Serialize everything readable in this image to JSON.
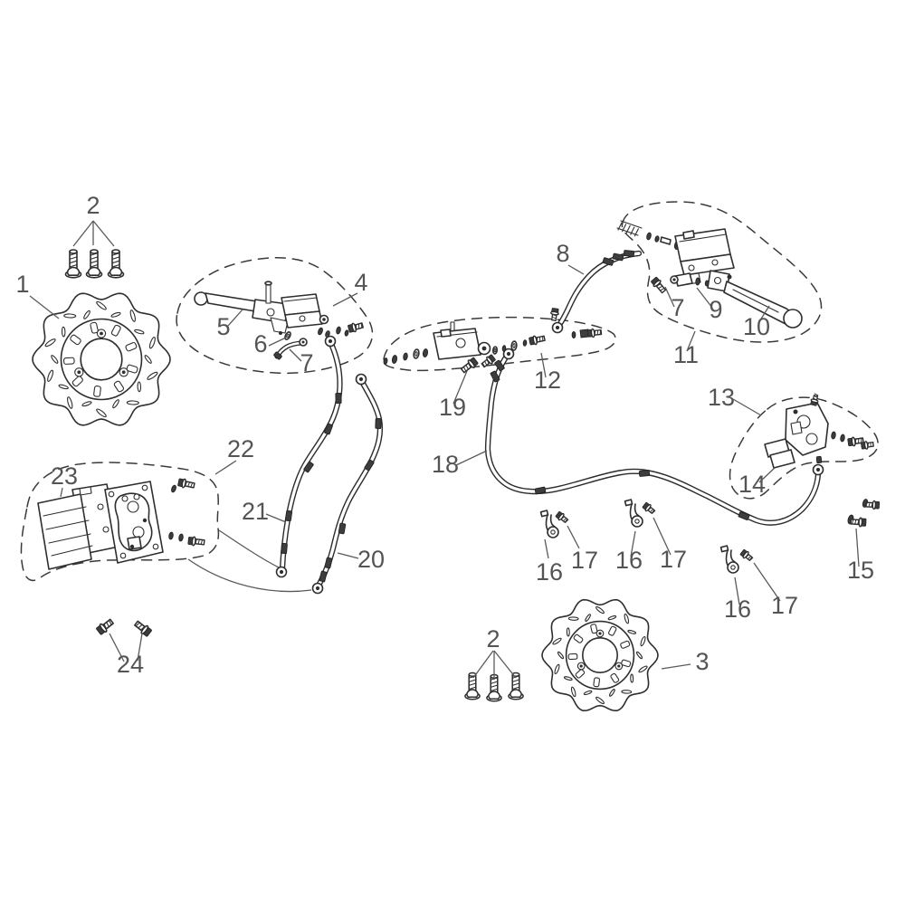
{
  "page": {
    "background": "#ffffff",
    "type": "exploded-parts-diagram",
    "subject": "Motorcycle brake system"
  },
  "diagram": {
    "line_color": "#2e2e2e",
    "label_color": "#545454",
    "outline_style": "dashed-group-outlines",
    "callouts": [
      {
        "label": "2",
        "part": "front-disc-mounting-screws"
      },
      {
        "label": "1",
        "part": "front-brake-disc"
      },
      {
        "label": "4",
        "part": "front-master-cylinder-assembly"
      },
      {
        "label": "5",
        "part": "front-brake-lever"
      },
      {
        "label": "6",
        "part": "lever-pivot-piece"
      },
      {
        "label": "7",
        "part": "front-hose-elbow"
      },
      {
        "label": "8",
        "part": "upper-brake-hose"
      },
      {
        "label": "7",
        "part": "rear-lever-screw"
      },
      {
        "label": "9",
        "part": "switch-piece"
      },
      {
        "label": "10",
        "part": "rear-brake-lever"
      },
      {
        "label": "11",
        "part": "rear-master-cylinder-assembly"
      },
      {
        "label": "12",
        "part": "hose-junction-assembly"
      },
      {
        "label": "19",
        "part": "junction-screws"
      },
      {
        "label": "13",
        "part": "rear-brake-caliper-assembly"
      },
      {
        "label": "18",
        "part": "rear-brake-hose"
      },
      {
        "label": "14",
        "part": "rear-brake-pads"
      },
      {
        "label": "22",
        "part": "front-brake-caliper-assembly"
      },
      {
        "label": "23",
        "part": "front-brake-pads"
      },
      {
        "label": "21",
        "part": "front-brake-hose-left"
      },
      {
        "label": "20",
        "part": "front-brake-hose-right"
      },
      {
        "label": "16",
        "part": "hose-clamp-1"
      },
      {
        "label": "17",
        "part": "clamp-screw-1"
      },
      {
        "label": "16",
        "part": "hose-clamp-2"
      },
      {
        "label": "17",
        "part": "clamp-screw-2"
      },
      {
        "label": "16",
        "part": "hose-clamp-3"
      },
      {
        "label": "17",
        "part": "clamp-screw-3"
      },
      {
        "label": "15",
        "part": "banjo-bolts"
      },
      {
        "label": "24",
        "part": "bracket-screws"
      },
      {
        "label": "2",
        "part": "rear-disc-mounting-screws"
      },
      {
        "label": "3",
        "part": "rear-brake-disc"
      }
    ]
  }
}
